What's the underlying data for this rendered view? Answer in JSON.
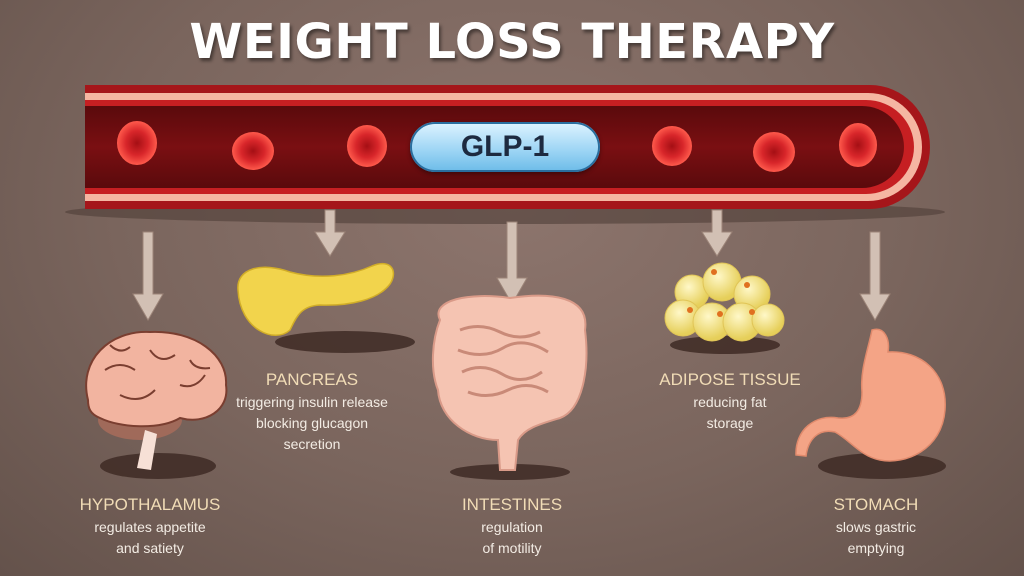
{
  "title": "WEIGHT LOSS THERAPY",
  "hormone_label": "GLP-1",
  "organs": [
    {
      "name": "HYPOTHALAMUS",
      "lines": [
        "regulates appetite",
        "and satiety"
      ]
    },
    {
      "name": "PANCREAS",
      "lines": [
        "triggering insulin release",
        "blocking glucagon",
        "secretion"
      ]
    },
    {
      "name": "INTESTINES",
      "lines": [
        "regulation",
        "of motility"
      ]
    },
    {
      "name": "ADIPOSE TISSUE",
      "lines": [
        "reducing fat",
        "storage"
      ]
    },
    {
      "name": "STOMACH",
      "lines": [
        "slows gastric",
        "emptying"
      ]
    }
  ],
  "colors": {
    "vessel": "#7a0f12",
    "cell": "#d8262a",
    "pill": "#9fd6f5",
    "organ": "#f2b4a0"
  }
}
